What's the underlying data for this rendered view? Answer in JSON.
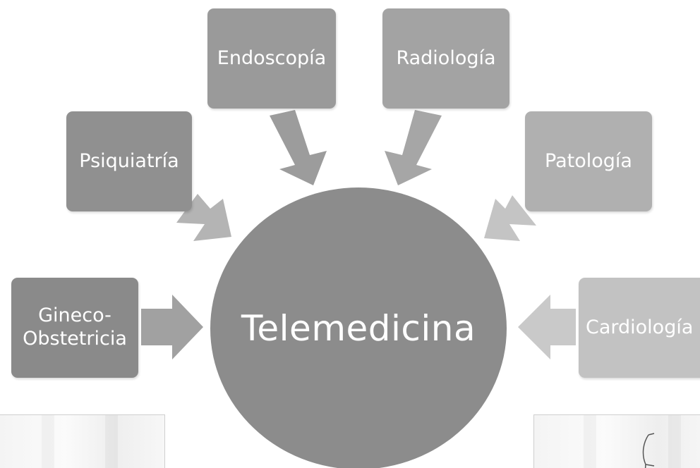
{
  "diagram": {
    "center": {
      "label": "Telemedicina",
      "color": "#8c8c8c"
    },
    "branches": [
      {
        "id": "endoscopia",
        "label": "Endoscopía",
        "color": "#9a9a9a",
        "arrow_color": "#9c9c9c"
      },
      {
        "id": "radiologia",
        "label": "Radiología",
        "color": "#a3a3a3",
        "arrow_color": "#a6a6a6"
      },
      {
        "id": "psiquiatria",
        "label": "Psiquiatría",
        "color": "#909090",
        "arrow_color": "#b4b4b4"
      },
      {
        "id": "patologia",
        "label": "Patología",
        "color": "#b0b0b0",
        "arrow_color": "#c4c4c4"
      },
      {
        "id": "gineco",
        "label": "Gineco-Obstetricia",
        "lines": [
          "Gineco-",
          "Obstetricia"
        ],
        "color": "#8a8a8a",
        "arrow_color": "#a1a1a1"
      },
      {
        "id": "cardiologia",
        "label": "Cardiología",
        "color": "#c2c2c2",
        "arrow_color": "#c9c9c9"
      }
    ]
  }
}
